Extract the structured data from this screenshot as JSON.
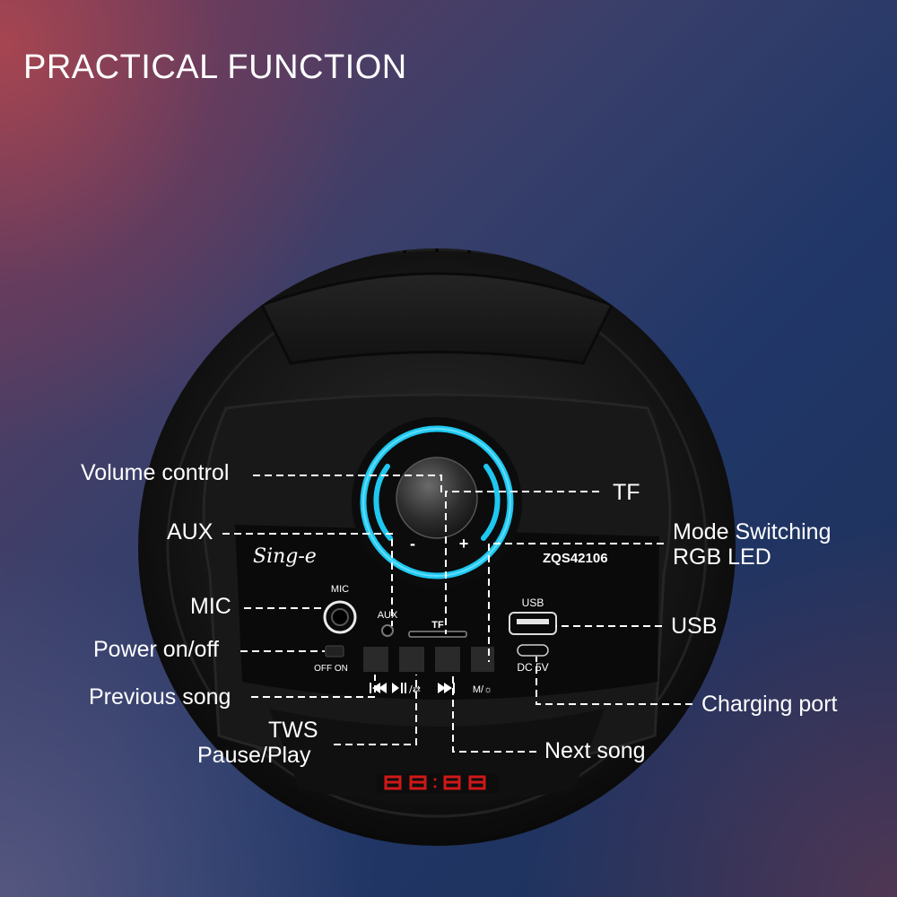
{
  "headline": "PRACTICAL FUNCTION",
  "callouts": {
    "volume_control": "Volume control",
    "aux": "AUX",
    "mic": "MIC",
    "power": "Power on/off",
    "previous": "Previous song",
    "tws": "TWS",
    "pause_play": "Pause/Play",
    "tf": "TF",
    "mode_switching": "Mode Switching",
    "rgb_led": "RGB LED",
    "usb": "USB",
    "charging_port": "Charging port",
    "next_song": "Next song"
  },
  "panel": {
    "brand": "Sing-e",
    "model": "ZQS42106",
    "minus": "-",
    "plus": "+",
    "mic_label": "MIC",
    "aux_label": "AUX",
    "tf_label": "TF",
    "off_on_label": "OFF ON",
    "usb_label": "USB",
    "dc_label": "DC 5V",
    "mode_button_label": "M/☼"
  },
  "colors": {
    "ring_glow": "#1ec8f0",
    "speaker_body": "#141414",
    "panel": "#0b0b0b",
    "display_digits": "#d01818",
    "leader_lines": "#ffffff"
  },
  "icons": [
    "previous-track-icon",
    "play-pause-icon",
    "next-track-icon",
    "light-icon"
  ]
}
